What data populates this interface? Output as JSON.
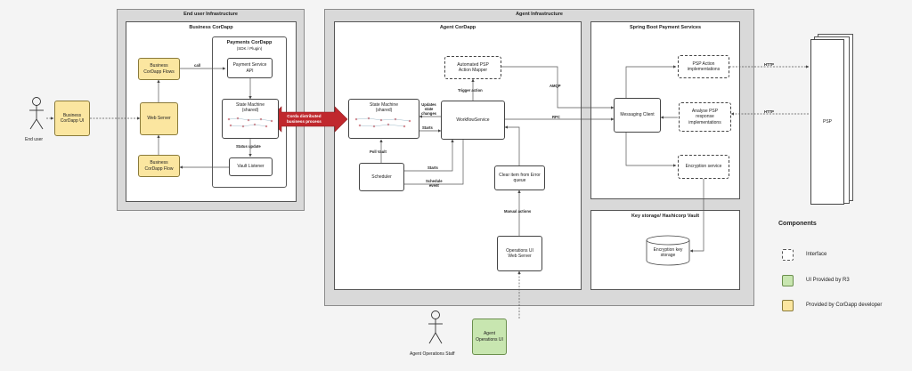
{
  "regions": {
    "end_user_infra": "End user Infrastructure",
    "agent_infra": "Agent Infrastructure"
  },
  "panels": {
    "business_cordapp": "Business CorDapp",
    "payments_cordapp": "Payments CorDapp",
    "payments_cordapp_sub": "(SDK / Plugin)",
    "agent_cordapp": "Agent CorDapp",
    "spring_boot": "Spring Boot Payment Services",
    "key_storage": "Key storage/ Hashicorp Vault"
  },
  "actors": {
    "end_user": "End user",
    "agent_staff": "Agent Operations Staff"
  },
  "nodes": {
    "business_cordapp_ui": "Business\nCorDapp UI",
    "business_cordapp_flows": "Business\nCorDapp Flows",
    "web_server": "Web Server",
    "business_cordapp_flow": "Business\nCorDapp Flow",
    "payment_service_api": "Payment Service\nAPI",
    "state_machine_left": "State Machine\n(shared)",
    "vault_listener": "Vault Listener",
    "state_machine_right": "State Machine\n(shared)",
    "automated_psp": "Automated PSP\nAction Mapper",
    "workflow_service": "WorkflowService",
    "scheduler": "Scheduler",
    "clear_item": "Clear item from Error\nqueue",
    "ops_ui_web_server": "Operations UI\nWeb Server",
    "agent_ops_ui": "Agent\nOperations UI",
    "psp_action_impl": "PSP Action\nimplementations",
    "messaging_client": "Messaging Client",
    "analyse_psp": "Analyse PSP\nresponse\nimplementations",
    "encryption_service": "Encryption service",
    "encryption_key_storage": "Encryption key\nstorage",
    "psp": "PSP"
  },
  "edge_labels": {
    "call": "call",
    "status_update": "Status update",
    "corda_distributed": "Corda distributed\nbusiness process",
    "updates_state_changes": "Updates\nstate\nchanges",
    "starts_top": "Starts",
    "trigger_action": "Trigger action",
    "poll_vault": "Poll Vault",
    "starts_bottom": "Starts",
    "schedule_event": "Schedule\nevent",
    "manual_actions": "Manual actions",
    "amqp": "AMQP",
    "rpc": "RPC",
    "http_top": "HTTP",
    "http_bottom": "HTTP"
  },
  "legend": {
    "title": "Components",
    "items": [
      {
        "label": "Interface",
        "style": "dashed",
        "color": "#ffffff"
      },
      {
        "label": "UI Provided by R3",
        "style": "solid",
        "color": "#c8e6b0"
      },
      {
        "label": "Provided by CorDapp developer",
        "style": "solid",
        "color": "#fbe6a0"
      }
    ]
  },
  "colors": {
    "yellow": "#fbe6a0",
    "green": "#c8e6b0",
    "arrow_red": "#c0282d",
    "region_grey": "#d9d9d9"
  }
}
